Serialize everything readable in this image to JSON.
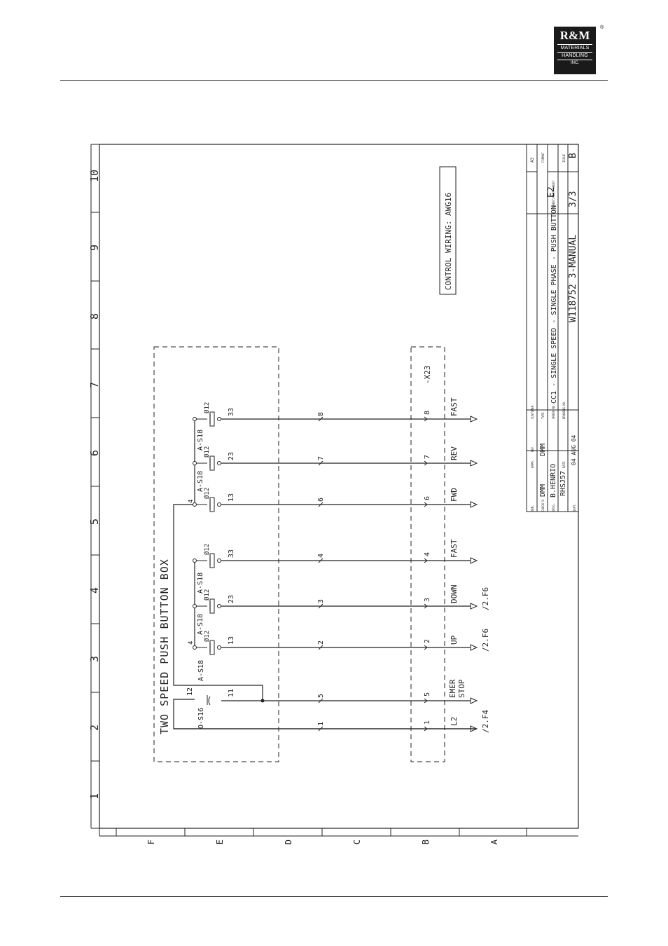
{
  "logo": {
    "brand": "R&M",
    "line1": "MATERIALS",
    "line2": "HANDLING",
    "line3": "INC.",
    "registered": "®"
  },
  "border": {
    "columns": [
      "1",
      "2",
      "3",
      "4",
      "5",
      "6",
      "7",
      "8",
      "9",
      "10"
    ],
    "rows": [
      "F",
      "E",
      "D",
      "C",
      "B",
      "A"
    ]
  },
  "box_title": "TWO SPEED PUSH BUTTON BOX",
  "control_wiring": "CONTROL WIRING: AWG16",
  "terminal_strip": "-X23",
  "switches": {
    "estop": {
      "tag": "O-S16",
      "upper": "12",
      "lower": "11"
    },
    "left": [
      {
        "tag": "A-S18",
        "node": "4",
        "sub": "Ø12",
        "contact": "13"
      },
      {
        "tag": "A-S18",
        "sub": "Ø12",
        "contact": "23"
      },
      {
        "tag": "",
        "sub": "Ø12",
        "contact": "33"
      }
    ],
    "right": [
      {
        "tag": "A-S18",
        "node": "4",
        "sub": "Ø12",
        "contact": "13"
      },
      {
        "tag": "A-S18",
        "sub": "Ø12",
        "contact": "23"
      },
      {
        "tag": "",
        "sub": "Ø12",
        "contact": "33"
      }
    ],
    "lone_tag": "A-S18"
  },
  "wires": [
    {
      "num": "1",
      "term": "1",
      "label": "L2",
      "ref": "/2.F4"
    },
    {
      "num": "5",
      "term": "5",
      "label": "EMER STOP",
      "ref": ""
    },
    {
      "num": "2",
      "term": "2",
      "label": "UP",
      "ref": "/2.F6"
    },
    {
      "num": "3",
      "term": "3",
      "label": "DOWN",
      "ref": "/2.F6"
    },
    {
      "num": "4",
      "term": "4",
      "label": "FAST",
      "ref": ""
    },
    {
      "num": "6",
      "term": "6",
      "label": "FWD",
      "ref": ""
    },
    {
      "num": "7",
      "term": "7",
      "label": "REV",
      "ref": ""
    },
    {
      "num": "8",
      "term": "8",
      "label": "FAST",
      "ref": ""
    }
  ],
  "title_block": {
    "drn": "DMM",
    "appd": "DMM",
    "chkd": "B.HENRIO",
    "orig": "RHSJ57",
    "date": "04 AUG 04",
    "description": "CC1 - SINGLE SPEED - SINGLE PHASE - PUSH BUTTON",
    "drawing_no": "W118752 3-MANUAL",
    "sheet_no": "E2",
    "sheet": "3/3",
    "format": "A3",
    "issue": "B",
    "labels": {
      "drn": "DRN.",
      "appd": "APPD.",
      "chkd": "CHECK'D",
      "orig": "ORIG.",
      "date": "DATE",
      "ref": "REF.",
      "customer": "CUSTOMER",
      "type": "TYPE",
      "order": "ORDER NO.",
      "drawing": "DRAWING NO.",
      "sheetlbl": "SHEET/NEXT SHEET",
      "formatlbl": "FORMAT",
      "issuelbl": "ISSUE",
      "dept": "DEPT."
    }
  }
}
